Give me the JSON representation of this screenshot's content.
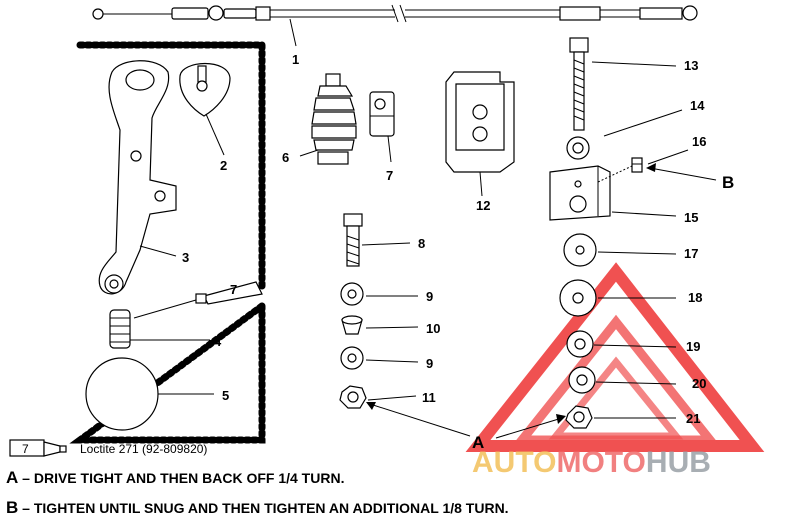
{
  "callouts": [
    "1",
    "2",
    "3",
    "4",
    "5",
    "6",
    "7",
    "7",
    "8",
    "9",
    "10",
    "9",
    "11",
    "12",
    "13",
    "14",
    "15",
    "16",
    "17",
    "18",
    "19",
    "20",
    "21"
  ],
  "sealant": {
    "tube_number": "7",
    "label": "Loctite 271 (92-809820)"
  },
  "markers": {
    "a": "A",
    "b": "B"
  },
  "notes": [
    {
      "letter": "A",
      "dash": "–",
      "text": "DRIVE TIGHT AND THEN BACK OFF 1/4 TURN."
    },
    {
      "letter": "B",
      "dash": "–",
      "text": "TIGHTEN UNTIL SNUG AND THEN TIGHTEN AN ADDITIONAL 1/8 TURN."
    }
  ],
  "watermark": {
    "part1": "AUTO",
    "part2": "MOTO",
    "part3": "HUB",
    "colors": {
      "auto": "#f3c05a",
      "moto": "#ef6a6a",
      "hub": "#9aa0a6",
      "triangle": "#ee3333"
    }
  }
}
